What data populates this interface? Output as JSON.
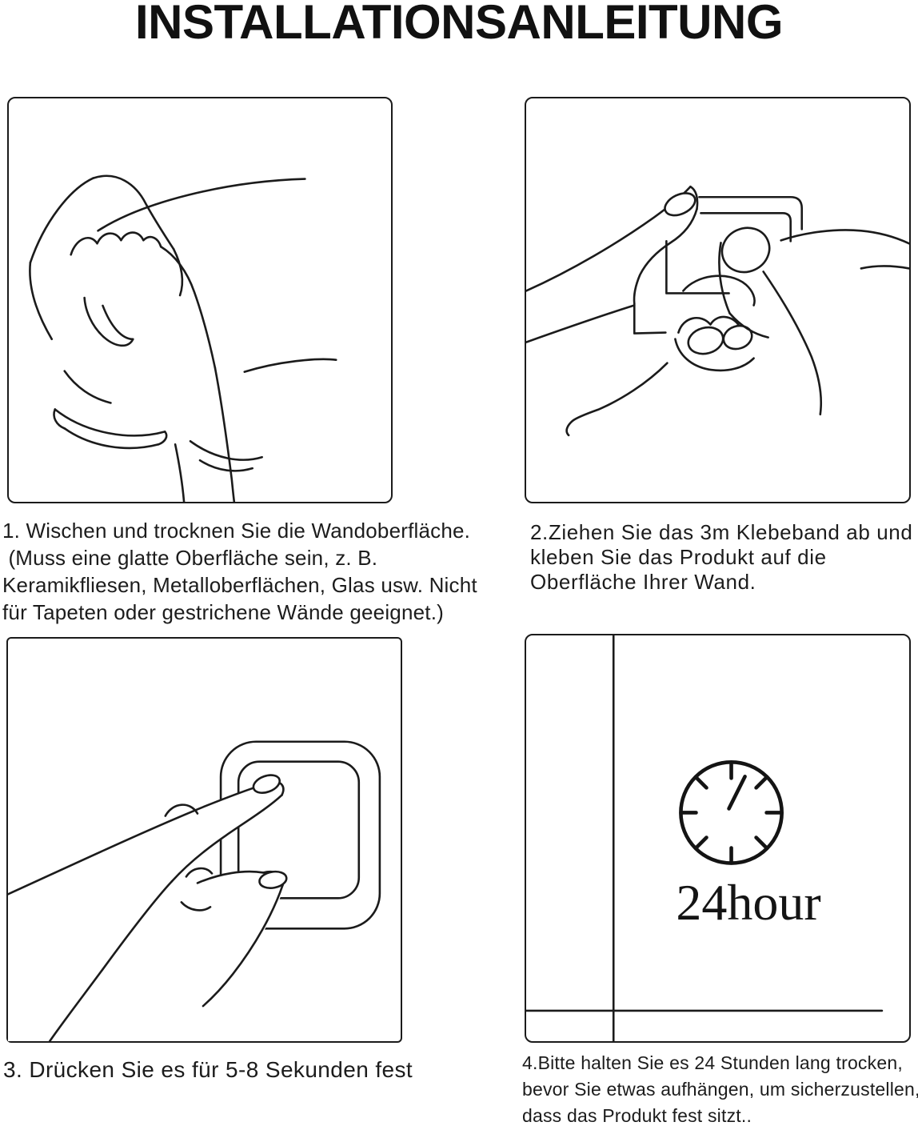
{
  "page": {
    "title": "INSTALLATIONSANLEITUNG",
    "background_color": "#ffffff",
    "ink_color": "#1b1b1b"
  },
  "steps": [
    {
      "caption": "1. Wischen und trocknen Sie die Wandoberfläche.\n (Muss eine glatte Oberfläche sein, z. B.\nKeramikfliesen, Metalloberflächen, Glas usw. Nicht\nfür Tapeten oder gestrichene Wände geeignet.)",
      "illustration": "hand-wiping-wall-illustration"
    },
    {
      "caption": "2.Ziehen Sie das 3m Klebeband ab und\nkleben Sie das Produkt auf die\nOberfläche Ihrer Wand.",
      "illustration": "hands-peeling-3m-tape-illustration"
    },
    {
      "caption": "3. Drücken Sie es für 5-8 Sekunden fest",
      "illustration": "finger-pressing-pad-illustration"
    },
    {
      "caption": "4.Bitte halten Sie es 24 Stunden lang trocken,\nbevor Sie etwas aufhängen, um sicherzustellen,\ndass das Produkt fest sitzt..",
      "illustration": "wait-24-hours-clock-illustration",
      "clock_label": "24hour"
    }
  ]
}
